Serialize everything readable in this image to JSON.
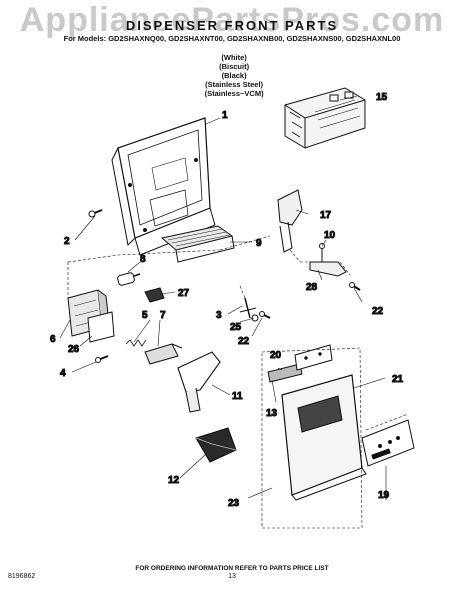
{
  "watermark": "AppliancePartsPros.com",
  "header": {
    "title": "DISPENSER FRONT PARTS",
    "models": "For Models: GD2SHAXNQ00, GD2SHAXNT00, GD2SHAXNB00, GD2SHAXNS00, GD2SHAXNL00",
    "variants": [
      "(White)",
      "(Biscuit)",
      "(Black)",
      "(Stainless Steel)",
      "(Stainless~VCM)"
    ]
  },
  "callouts": [
    "1",
    "2",
    "3",
    "4",
    "5",
    "6",
    "7",
    "8",
    "9",
    "10",
    "11",
    "12",
    "13",
    "15",
    "17",
    "19",
    "20",
    "21",
    "22",
    "22",
    "23",
    "25",
    "26",
    "27",
    "28"
  ],
  "footer": {
    "note": "FOR ORDERING INFORMATION REFER TO PARTS PRICE LIST",
    "doc_number": "8196862",
    "page_number": "13"
  }
}
